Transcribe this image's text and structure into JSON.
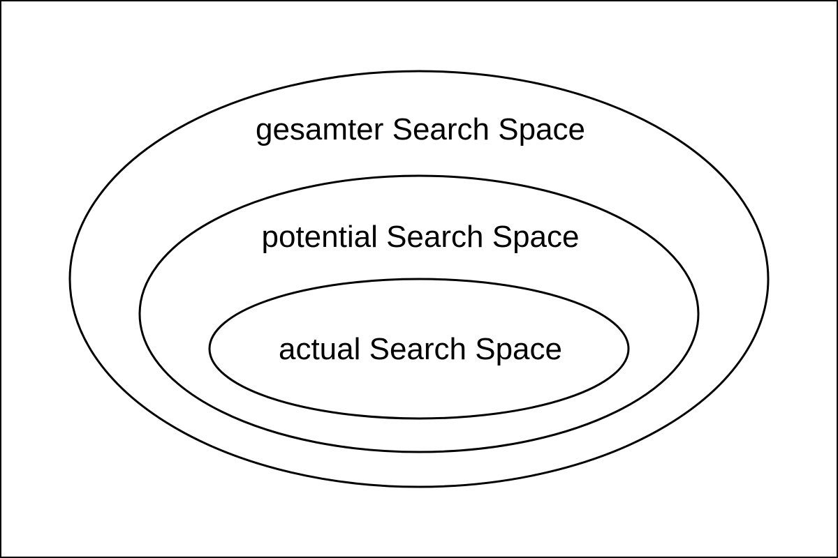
{
  "diagram": {
    "outer": {
      "label": "gesamter Search Space"
    },
    "middle": {
      "label": "potential Search Space"
    },
    "inner": {
      "label": "actual Search Space"
    }
  },
  "colors": {
    "background": "#ffffff",
    "stroke": "#000000",
    "text": "#000000"
  }
}
